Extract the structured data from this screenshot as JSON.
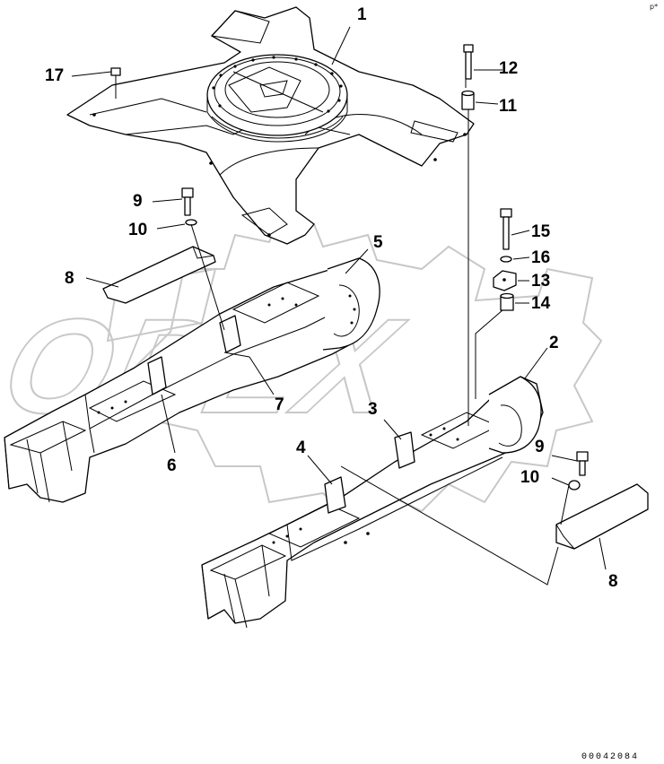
{
  "watermark": {
    "text": "OPEX"
  },
  "callouts": [
    {
      "id": "c1",
      "text": "1"
    },
    {
      "id": "c2",
      "text": "2"
    },
    {
      "id": "c3",
      "text": "3"
    },
    {
      "id": "c4",
      "text": "4"
    },
    {
      "id": "c5",
      "text": "5"
    },
    {
      "id": "c6",
      "text": "6"
    },
    {
      "id": "c7",
      "text": "7"
    },
    {
      "id": "c8a",
      "text": "8"
    },
    {
      "id": "c8b",
      "text": "8"
    },
    {
      "id": "c9a",
      "text": "9"
    },
    {
      "id": "c9b",
      "text": "9"
    },
    {
      "id": "c10a",
      "text": "10"
    },
    {
      "id": "c10b",
      "text": "10"
    },
    {
      "id": "c11",
      "text": "11"
    },
    {
      "id": "c12",
      "text": "12"
    },
    {
      "id": "c13",
      "text": "13"
    },
    {
      "id": "c14",
      "text": "14"
    },
    {
      "id": "c15",
      "text": "15"
    },
    {
      "id": "c16",
      "text": "16"
    },
    {
      "id": "c17",
      "text": "17"
    }
  ],
  "doc_number": "00042084",
  "corner_mark": "p*"
}
